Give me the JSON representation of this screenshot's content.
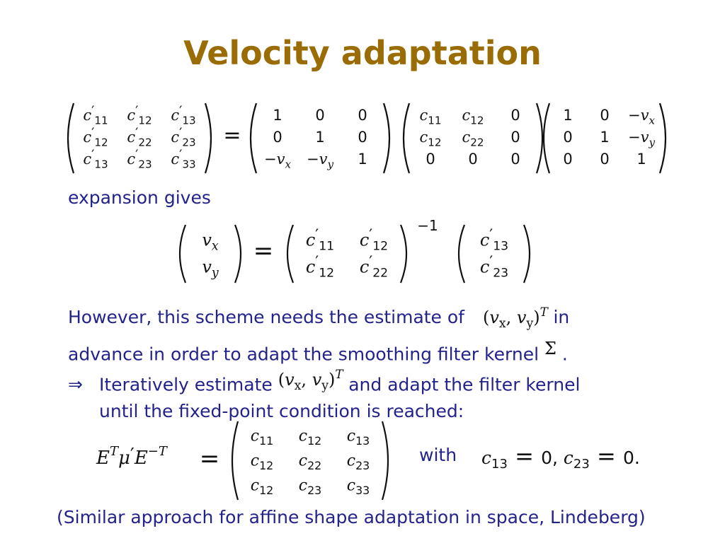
{
  "slide": {
    "title": "Velocity adaptation",
    "eq1": {
      "lhs": [
        [
          "c′11",
          "c′12",
          "c′13"
        ],
        [
          "c′12",
          "c′22",
          "c′23"
        ],
        [
          "c′13",
          "c′23",
          "c′33"
        ]
      ],
      "m1": [
        [
          "1",
          "0",
          "0"
        ],
        [
          "0",
          "1",
          "0"
        ],
        [
          "−vx",
          "−vy",
          "1"
        ]
      ],
      "m2": [
        [
          "c11",
          "c12",
          "0"
        ],
        [
          "c12",
          "c22",
          "0"
        ],
        [
          "0",
          "0",
          "0"
        ]
      ],
      "m3": [
        [
          "1",
          "0",
          "−vx"
        ],
        [
          "0",
          "1",
          "−vy"
        ],
        [
          "0",
          "0",
          "1"
        ]
      ]
    },
    "expansion_text": "expansion gives",
    "eq2": {
      "v": [
        "vx",
        "vy"
      ],
      "inv": [
        [
          "c′11",
          "c′12"
        ],
        [
          "c′12",
          "c′22"
        ]
      ],
      "inv_exp": "−1",
      "rhs": [
        "c′13",
        "c′23"
      ]
    },
    "however": {
      "line1_a": "However, this scheme needs the estimate of",
      "line1_b": "in",
      "line2_a": "advance in order to adapt the smoothing filter kernel",
      "line2_b": ".",
      "vec": "(vx, vy)",
      "vec_sup": "T",
      "sigma": "Σ"
    },
    "iter": {
      "arrow": "⇒",
      "line1_a": "Iteratively estimate",
      "line1_b": "and adapt the filter kernel",
      "line2": "until the fixed-point condition is reached:"
    },
    "eq3": {
      "lhs": "ETμ′E−T =",
      "mat": [
        [
          "c11",
          "c12",
          "c13"
        ],
        [
          "c12",
          "c22",
          "c23"
        ],
        [
          "c12",
          "c23",
          "c33"
        ]
      ],
      "with": "with",
      "cond": "c13 = 0, c23 = 0."
    },
    "footer": "(Similar approach for affine shape adaptation in space, Lindeberg)"
  }
}
